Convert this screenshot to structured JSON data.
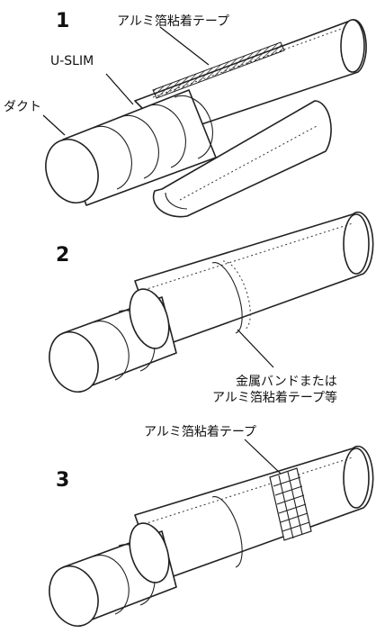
{
  "steps": [
    {
      "number": "1",
      "labels": {
        "tape": "アルミ箔粘着テープ",
        "uslim": "U-SLIM",
        "duct": "ダクト"
      }
    },
    {
      "number": "2",
      "labels": {
        "band_line1": "金属バンドまたは",
        "band_line2": "アルミ箔粘着テープ等"
      }
    },
    {
      "number": "3",
      "labels": {
        "tape": "アルミ箔粘着テープ"
      }
    }
  ]
}
